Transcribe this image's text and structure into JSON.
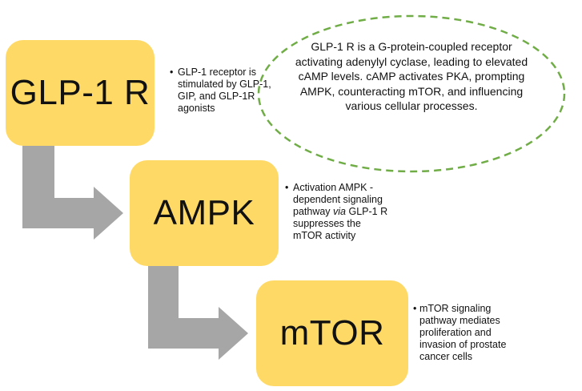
{
  "boxes": {
    "glp1": "GLP-1 R",
    "ampk": "AMPK",
    "mtor": "mTOR"
  },
  "notes": {
    "glp1": {
      "bullet": "•",
      "text": "GLP-1 receptor is stimulated by GLP-1, GIP, and GLP-1R agonists"
    },
    "ampk": {
      "bullet": "•",
      "text_before": "Activation AMPK - dependent signaling pathway ",
      "text_italic": "via",
      "text_after": " GLP-1 R suppresses the mTOR activity"
    },
    "mtor": {
      "bullet": "•",
      "text": "mTOR signaling pathway mediates proliferation and invasion of prostate cancer cells"
    }
  },
  "callout": {
    "text": "GLP-1 R is a G-protein-coupled receptor activating adenylyl cyclase, leading to elevated cAMP levels. cAMP activates PKA, prompting AMPK, counteracting mTOR, and influencing various cellular processes."
  },
  "colors": {
    "box_fill": "#ffd966",
    "arrow_fill": "#a6a6a6",
    "callout_border": "#70ad47"
  }
}
